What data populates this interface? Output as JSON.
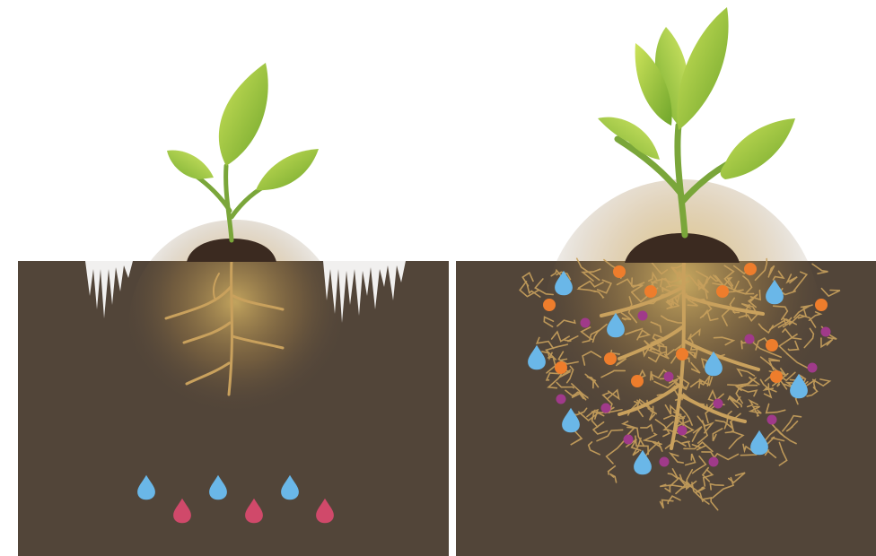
{
  "colors": {
    "background": "#ffffff",
    "soil": "#524539",
    "soil_mound": "#3b2a20",
    "root": "#c9a15d",
    "glow": "#e7c36a",
    "frost": "#ffffff",
    "leaf_light": "#b6d84a",
    "leaf_dark": "#6fa52b",
    "stem": "#7aa63a",
    "water": "#6ab7e8",
    "nutrient_red": "#d0496a",
    "nutrient_orange": "#ee7d2c",
    "nutrient_purple": "#a03a8a",
    "divider": "#ffffff"
  },
  "icons": [
    "seedling-icon",
    "water-drop-icon",
    "nutrient-drop-icon",
    "icicle-icon",
    "mycelium-network-icon"
  ],
  "panels": [
    {
      "id": "left",
      "condition": "without-mycelium"
    },
    {
      "id": "right",
      "condition": "with-mycelium"
    }
  ]
}
